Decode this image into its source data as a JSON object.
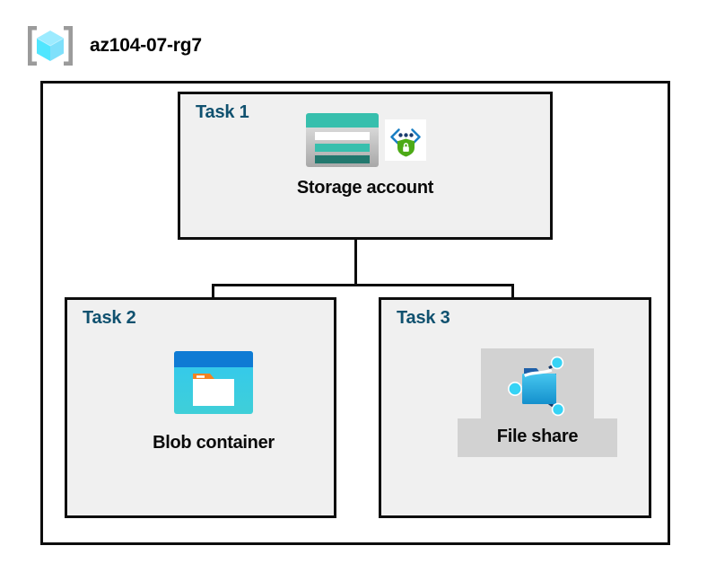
{
  "header": {
    "icon": "resource-group-cube-icon",
    "title": "az104-07-rg7"
  },
  "diagram": {
    "container_label": "resource-group-boundary",
    "tasks": [
      {
        "id": "task-1",
        "label": "Task 1",
        "node_caption": "Storage account",
        "icons": [
          "storage-account-icon",
          "secure-endpoint-shield-icon"
        ],
        "highlighted": false
      },
      {
        "id": "task-2",
        "label": "Task 2",
        "node_caption": "Blob container",
        "icons": [
          "blob-container-icon"
        ],
        "highlighted": false
      },
      {
        "id": "task-3",
        "label": "Task 3",
        "node_caption": "File share",
        "icons": [
          "file-share-icon"
        ],
        "highlighted": true
      }
    ],
    "connections": [
      {
        "from": "Storage account",
        "to": "Blob container"
      },
      {
        "from": "Storage account",
        "to": "File share"
      }
    ]
  },
  "colors": {
    "task_label": "#10516f",
    "task_fill": "#f0f0f0",
    "border": "#0d0d0d",
    "highlight": "#d2d2d2",
    "storage_teal": "#37bfad",
    "storage_teal_dark": "#22786e",
    "blob_blue": "#0f7bd4",
    "blob_cyan": "#32c8f0",
    "blob_orange": "#f58220",
    "fileshare_blue": "#33b5e5",
    "shield_green": "#4caa16",
    "cube_cyan": "#50e6ff",
    "bracket_gray": "#9b9b9b"
  }
}
